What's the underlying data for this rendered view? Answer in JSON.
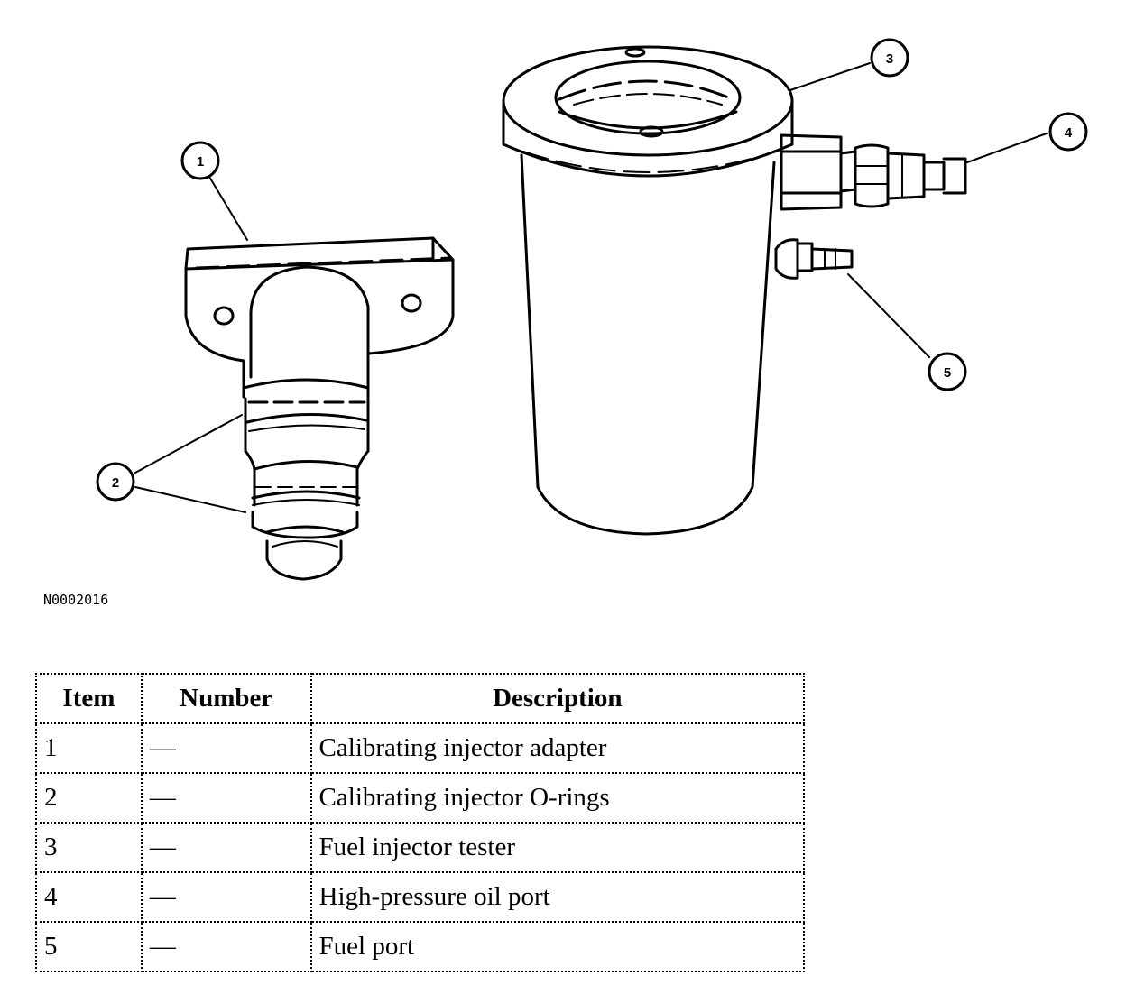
{
  "figure": {
    "callouts": [
      "1",
      "2",
      "3",
      "4",
      "5"
    ],
    "code": "N0002016"
  },
  "table": {
    "headers": [
      "Item",
      "Number",
      "Description"
    ],
    "rows": [
      {
        "item": "1",
        "number": "—",
        "description": "Calibrating injector adapter"
      },
      {
        "item": "2",
        "number": "—",
        "description": "Calibrating injector O-rings"
      },
      {
        "item": "3",
        "number": "—",
        "description": "Fuel injector tester"
      },
      {
        "item": "4",
        "number": "—",
        "description": "High-pressure oil port"
      },
      {
        "item": "5",
        "number": "—",
        "description": "Fuel port"
      }
    ]
  }
}
